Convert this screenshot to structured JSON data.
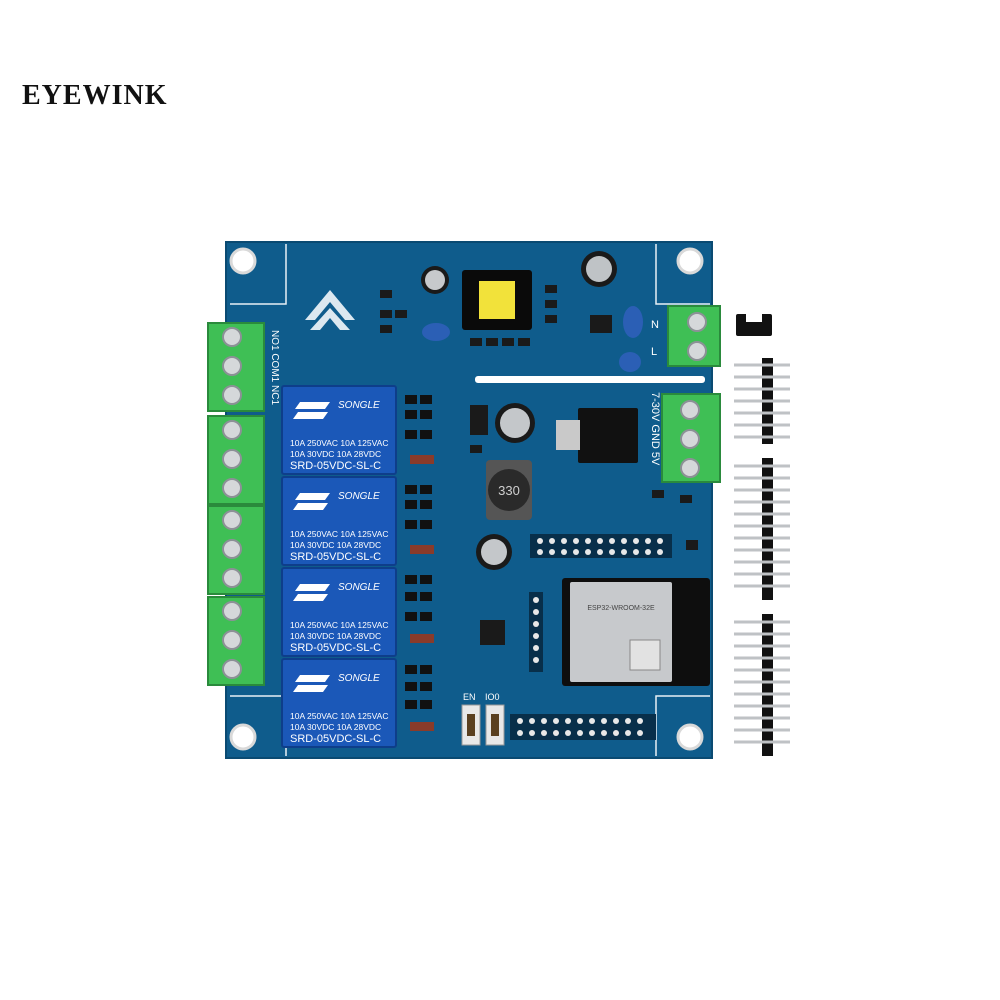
{
  "brand": {
    "name": "EYEWINK"
  },
  "board": {
    "color": "#0f5c8c",
    "trace_color": "#1670a8",
    "terminal_color": "#3fbf55",
    "relays": [
      {
        "brand": "SONGLE",
        "line1": "10A 250VAC  10A 125VAC",
        "line2": "10A  30VDC  10A  28VDC",
        "model": "SRD-05VDC-SL-C"
      },
      {
        "brand": "SONGLE",
        "line1": "10A 250VAC  10A 125VAC",
        "line2": "10A  30VDC  10A  28VDC",
        "model": "SRD-05VDC-SL-C"
      },
      {
        "brand": "SONGLE",
        "line1": "10A 250VAC  10A 125VAC",
        "line2": "10A  30VDC  10A  28VDC",
        "model": "SRD-05VDC-SL-C"
      },
      {
        "brand": "SONGLE",
        "line1": "10A 250VAC  10A 125VAC",
        "line2": "10A  30VDC  10A  28VDC",
        "model": "SRD-05VDC-SL-C"
      }
    ],
    "inductor_label": "330",
    "power_label": "7-30V GND 5V",
    "relay1_pins": "NO1  COM1  NC1",
    "button_labels": [
      "EN",
      "IO0"
    ],
    "ac_labels": [
      "N",
      "L"
    ],
    "module_label": "ESP32-WROOM-32E"
  }
}
